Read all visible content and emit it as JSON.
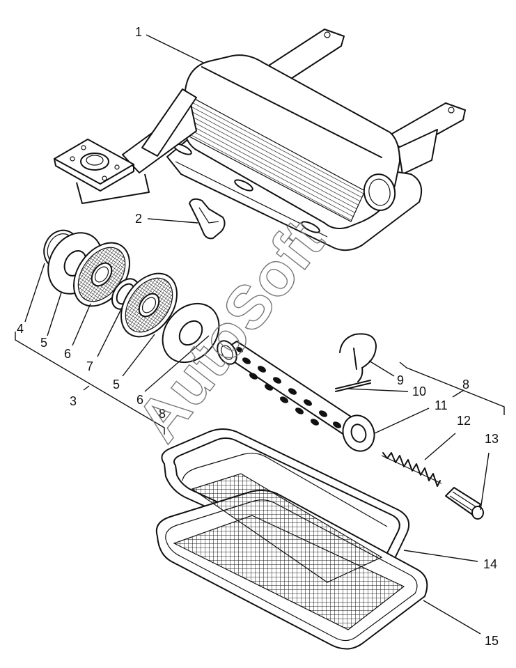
{
  "callouts": {
    "c1": "1",
    "c2": "2",
    "c3": "3",
    "c4": "4",
    "c5a": "5",
    "c5b": "5",
    "c6a": "6",
    "c6b": "6",
    "c7": "7",
    "c8a": "8",
    "c8b": "8",
    "c9": "9",
    "c10": "10",
    "c11": "11",
    "c12": "12",
    "c13": "13",
    "c14": "14",
    "c15": "15"
  },
  "watermark": "AutoSoft",
  "colors": {
    "ink": "#111111",
    "paper": "#ffffff",
    "watermark": "#777777"
  }
}
